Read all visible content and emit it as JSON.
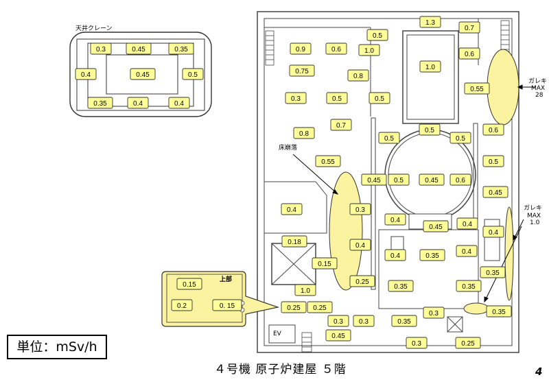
{
  "title": "４号機 原子炉建屋 ５階",
  "unit_label": "単位：mSv/h",
  "page_number": "4",
  "crane_panel": {
    "title": "天井クレーン",
    "readings": [
      "0.3",
      "0.45",
      "0.35",
      "0.4",
      "0.45",
      "0.5",
      "0.35",
      "0.4",
      "0.4"
    ]
  },
  "upper_panel": {
    "title": "上部",
    "readings": [
      "0.15",
      "0.2",
      "0. 15"
    ]
  },
  "annotations": {
    "floor_collapse": "床崩落",
    "rubble_label": "ガレキ",
    "rubble_top_max": "MAX",
    "rubble_top_value": "28",
    "rubble_right_max": "MAX",
    "rubble_right_value": "1.0",
    "ev_label": "EV"
  },
  "colors": {
    "tag_fill": "#ffff99",
    "highlight_fill": "#fbf3a0",
    "wall": "#444444"
  },
  "floor_readings": [
    "1.3",
    "0.7",
    "0.5",
    "0.9",
    "0.6",
    "1.0",
    "0.6",
    "0.75",
    "1.0",
    "0.8",
    "0.55",
    "0.3",
    "0.5",
    "0.5",
    "0.7",
    "0.8",
    "0.5",
    "0.5",
    "0.5",
    "0.6",
    "0.55",
    "0.5",
    "0.45",
    "0.5",
    "0.45",
    "0.6",
    "0.45",
    "0.3",
    "0.4",
    "0.4",
    "0.45",
    "0.4",
    "0.4",
    "0.18",
    "0.4",
    "0.4",
    "0.35",
    "0.4",
    "0.35",
    "0.15",
    "0.25",
    "0.35",
    "0.35",
    "1.0",
    "0.35",
    "0.25",
    "0.25",
    "0.3",
    "0.3",
    "0.35",
    "0.3",
    "0.45",
    "0.3",
    "0.25"
  ]
}
